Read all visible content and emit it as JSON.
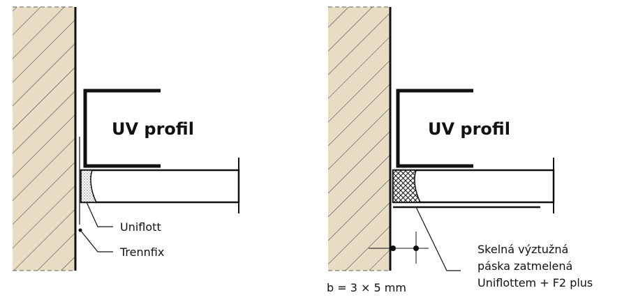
{
  "left_detail": {
    "profile_label": "UV profil",
    "callouts": [
      "Uniflott",
      "Trennfix"
    ]
  },
  "right_detail": {
    "profile_label": "UV profil",
    "callout_lines": [
      "Skelná výztužná",
      "páska zatmelená",
      "Uniflottem + F2 plus"
    ],
    "dimension_text": "b = 3 × 5 mm"
  },
  "colors": {
    "wall_fill": "#e8dcc4",
    "line": "#111111"
  }
}
